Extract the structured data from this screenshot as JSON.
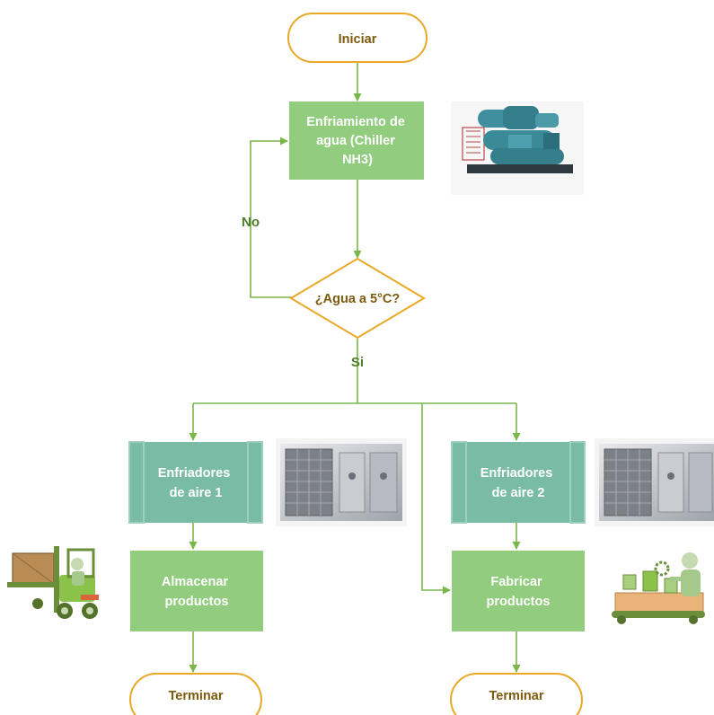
{
  "nodes": {
    "start": "Iniciar",
    "chiller": [
      "Enfriamiento de",
      "agua (Chiller",
      "NH3)"
    ],
    "decision": "¿Agua a 5°C?",
    "air1": [
      "Enfriadores",
      "de aire 1"
    ],
    "air2": [
      "Enfriadores",
      "de aire 2"
    ],
    "store": [
      "Almacenar",
      "productos"
    ],
    "make": [
      "Fabricar",
      "productos"
    ],
    "end1": "Terminar",
    "end2": "Terminar"
  },
  "edges": {
    "no_label": "No",
    "yes_label": "Si"
  },
  "colors": {
    "terminal_stroke": "#e9a825",
    "terminal_text": "#7d5b0e",
    "process_fill": "#92cc7e",
    "predefined_fill": "#79bba5",
    "predefined_bar": "#9ed0c0",
    "decision_stroke": "#e9a825",
    "connector": "#7ab648",
    "node_text": "#ffffff",
    "label_text": "#4f7f29"
  },
  "images": {
    "chiller_photo": "industrial-chiller-icon",
    "air_unit_photo": "air-handling-unit-icon",
    "forklift": "forklift-icon",
    "factory_worker": "assembly-worker-icon"
  }
}
